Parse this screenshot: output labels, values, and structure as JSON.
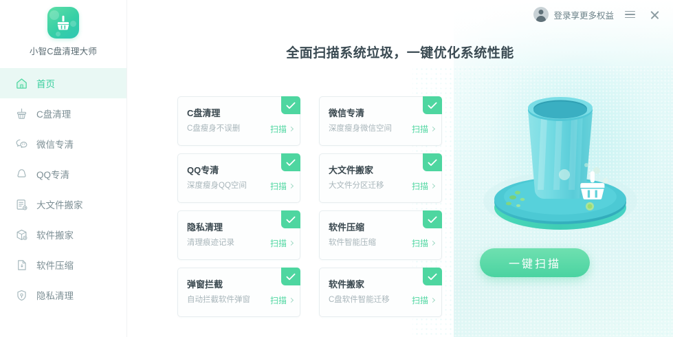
{
  "app": {
    "brand_name": "小智C盘清理大师",
    "logo_icon": "broom-icon"
  },
  "header": {
    "avatar_icon": "user-avatar-icon",
    "login_label": "登录享更多权益",
    "menu_icon": "hamburger-menu-icon",
    "close_icon": "close-icon"
  },
  "sidebar": {
    "items": [
      {
        "label": "首页",
        "icon": "home-icon",
        "active": true
      },
      {
        "label": "C盘清理",
        "icon": "broom-icon",
        "active": false
      },
      {
        "label": "微信专清",
        "icon": "wechat-icon",
        "active": false
      },
      {
        "label": "QQ专清",
        "icon": "qq-penguin-icon",
        "active": false
      },
      {
        "label": "大文件搬家",
        "icon": "file-move-icon",
        "active": false
      },
      {
        "label": "软件搬家",
        "icon": "box-move-icon",
        "active": false
      },
      {
        "label": "软件压缩",
        "icon": "compress-file-icon",
        "active": false
      },
      {
        "label": "隐私清理",
        "icon": "shield-privacy-icon",
        "active": false
      }
    ]
  },
  "main": {
    "title": "全面扫描系统垃圾，一键优化系统性能",
    "scan_button_label": "一键扫描",
    "illustration_icon": "trash-bin-illustration",
    "cards": [
      {
        "title": "C盘清理",
        "subtitle": "C盘瘦身不误删",
        "action": "扫描",
        "badge_icon": "check-icon"
      },
      {
        "title": "微信专清",
        "subtitle": "深度瘦身微信空间",
        "action": "扫描",
        "badge_icon": "check-icon"
      },
      {
        "title": "QQ专清",
        "subtitle": "深度瘦身QQ空间",
        "action": "扫描",
        "badge_icon": "check-icon"
      },
      {
        "title": "大文件搬家",
        "subtitle": "大文件分区迁移",
        "action": "扫描",
        "badge_icon": "check-icon"
      },
      {
        "title": "隐私清理",
        "subtitle": "清理痕迹记录",
        "action": "扫描",
        "badge_icon": "check-icon"
      },
      {
        "title": "软件压缩",
        "subtitle": "软件智能压缩",
        "action": "扫描",
        "badge_icon": "check-icon"
      },
      {
        "title": "弹窗拦截",
        "subtitle": "自动拦截软件弹窗",
        "action": "扫描",
        "badge_icon": "check-icon"
      },
      {
        "title": "软件搬家",
        "subtitle": "C盘软件智能迁移",
        "action": "扫描",
        "badge_icon": "check-icon"
      }
    ]
  },
  "colors": {
    "accent_green": "#4ed6a0",
    "accent_green_dark": "#3bcf9e",
    "active_nav_bg": "#e9f8f4",
    "title_text": "#3a4a52",
    "muted_text": "#a9b6bb",
    "nav_text": "#7d8f95",
    "illustration_teal": "#5fd4dd",
    "bg_mint": "#ddf5f4"
  }
}
